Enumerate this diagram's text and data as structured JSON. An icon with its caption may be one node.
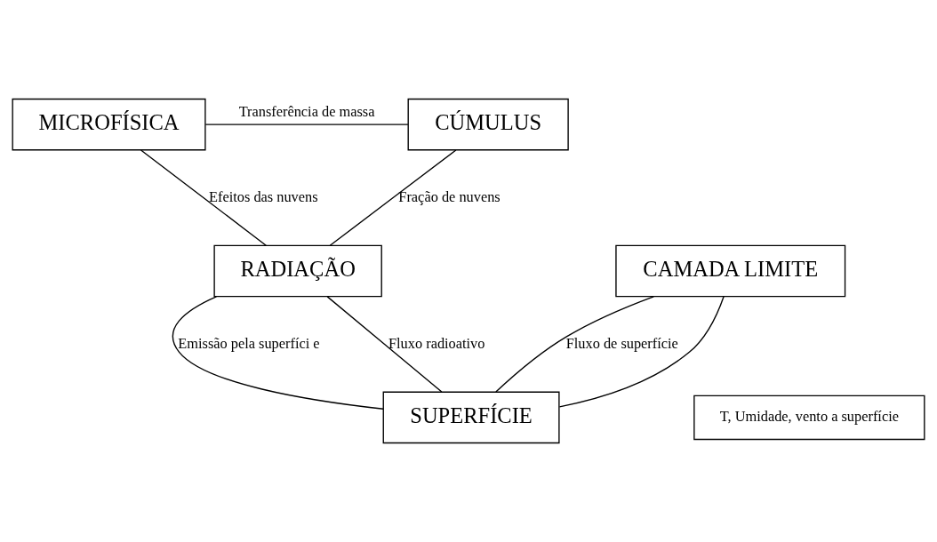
{
  "diagram": {
    "nodes": [
      {
        "text": [
          "MICROFÍSICA"
        ]
      },
      {
        "text": [
          "CÚMULUS"
        ]
      },
      {
        "text": [
          "RADIAÇÃO"
        ]
      },
      {
        "text": [
          "CAMADA LIMITE"
        ]
      },
      {
        "text": [
          "SUPERFÍCIE"
        ]
      },
      {
        "text": [
          "T, Umidade, vento a superfície"
        ]
      }
    ],
    "edges": [
      {
        "from": 0,
        "to": 1,
        "arrow": "none",
        "label": "Transferência de massa"
      },
      {
        "from": 0,
        "to": 2,
        "arrow": "none",
        "label": "Efeitos das nuvens"
      },
      {
        "from": 1,
        "to": 2,
        "arrow": "none",
        "label": "Fração de nuvens"
      },
      {
        "from": 2,
        "to": 4,
        "arrow": "none",
        "label": "Emissão pela superfíci e"
      },
      {
        "from": 2,
        "to": 4,
        "arrow": "none",
        "label": "Fluxo radioativo"
      },
      {
        "from": 3,
        "to": 4,
        "arrow": "none",
        "label": "Fluxo de superfície"
      },
      {
        "from": 3,
        "to": 4,
        "arrow": "none"
      }
    ]
  }
}
